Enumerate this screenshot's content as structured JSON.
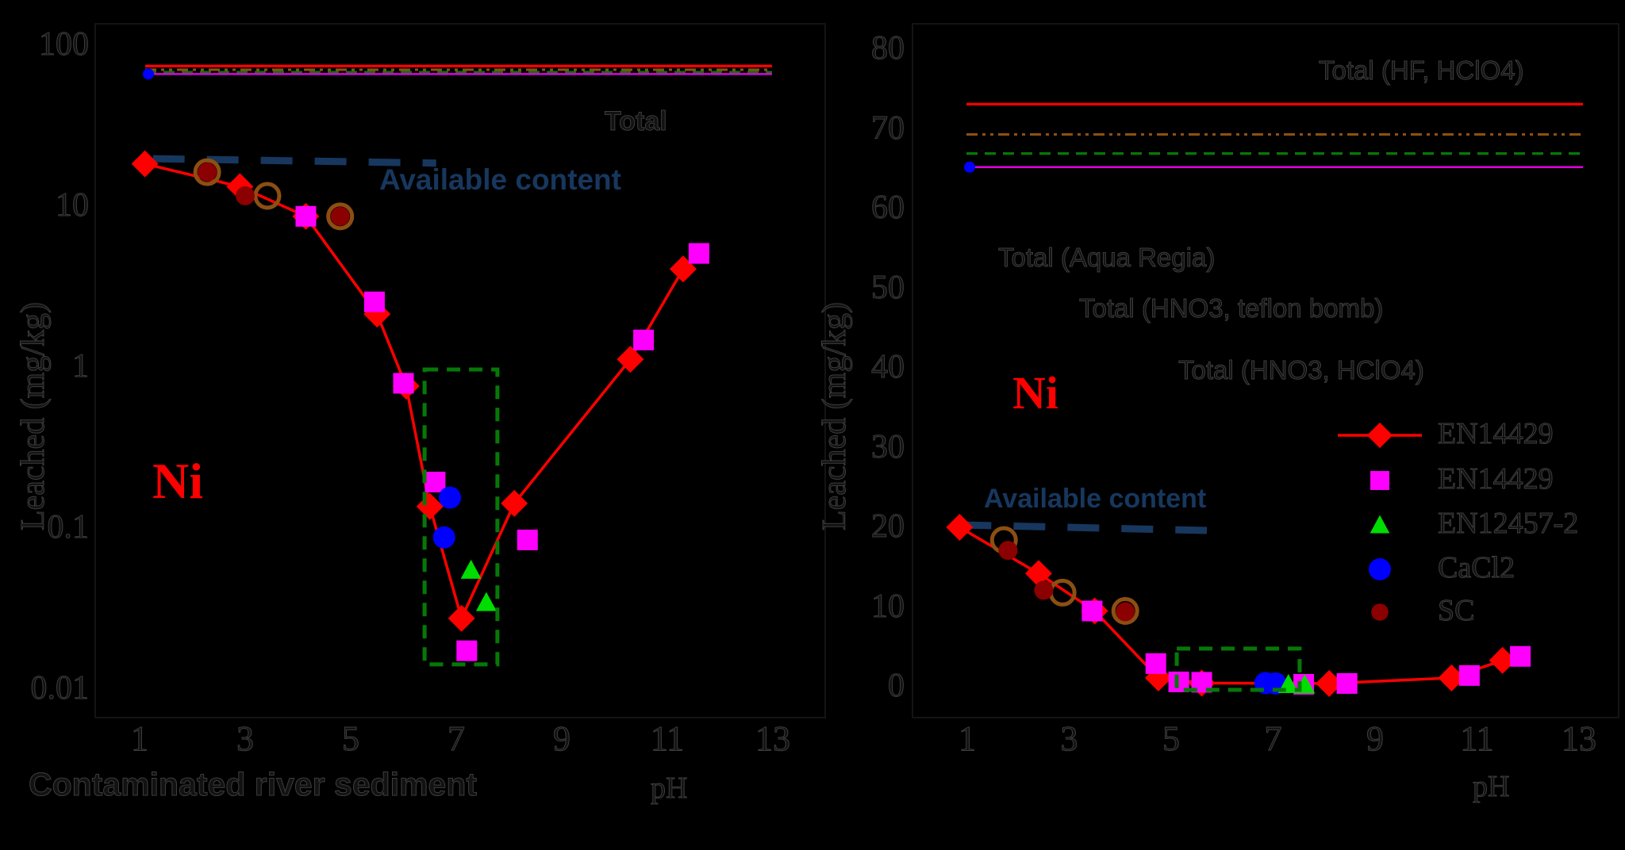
{
  "page": {
    "footer_label": "Contaminated river sediment",
    "background_color": "#000000"
  },
  "chart_data": [
    {
      "type": "line-scatter",
      "panel": "left",
      "element_label": "Ni",
      "annotation": "Total",
      "xlabel": "pH",
      "ylabel": "Leached (mg/kg)",
      "y_scale": "log",
      "xlim": [
        0.2,
        14
      ],
      "ylim": [
        0.0065,
        130
      ],
      "x_ticks": [
        "1",
        "3",
        "5",
        "7",
        "9",
        "11",
        "13"
      ],
      "x_tick_values": [
        1,
        3,
        5,
        7,
        9,
        11,
        13
      ],
      "y_ticks": [
        "100",
        "10",
        "1",
        "0.1",
        "0.01"
      ],
      "y_tick_values": [
        100,
        10,
        1,
        0.1,
        0.01
      ],
      "grid": false,
      "available_content": {
        "label": "Available content",
        "color": "#17375e",
        "x": [
          1.25,
          6.62
        ],
        "value_start": 19.4,
        "value_end": 18.2
      },
      "total_lines": [
        {
          "label": "Total (HF, HClO4)",
          "color": "#ff0000",
          "style": "solid",
          "value": 73
        },
        {
          "label": "Total (Aqua Regia)",
          "color": "#8c4f12",
          "style": "dashdot",
          "value": 69.2
        },
        {
          "label": "Total (HNO3, teflon bomb)",
          "color": "#067806",
          "style": "dashed",
          "value": 66.8
        },
        {
          "label": "Total (HNO3, HClO4)",
          "color": "#e000e0",
          "style": "solid",
          "value": 65.1,
          "start_dot_color": "#0000ff"
        }
      ],
      "series": [
        {
          "name": "EN14429",
          "marker": "diamond",
          "color": "#ff0000",
          "line": true,
          "points": [
            [
              1.1,
              18
            ],
            [
              2.9,
              13
            ],
            [
              4.15,
              8.5
            ],
            [
              5.5,
              2.1
            ],
            [
              6.05,
              0.75
            ],
            [
              6.5,
              0.134
            ],
            [
              7.1,
              0.027
            ],
            [
              8.1,
              0.14
            ],
            [
              10.3,
              1.1
            ],
            [
              11.3,
              4.0
            ]
          ]
        },
        {
          "name": "SC-ring",
          "marker": "ring",
          "color": "#8c4f12",
          "points": [
            [
              2.28,
              16
            ],
            [
              3.42,
              11.4
            ],
            [
              4.8,
              8.5
            ]
          ]
        },
        {
          "name": "SC",
          "marker": "dot",
          "color": "#8b0000",
          "points": [
            [
              2.28,
              16
            ],
            [
              3.0,
              11.4
            ],
            [
              4.8,
              8.5
            ]
          ]
        },
        {
          "name": "EN14429",
          "marker": "square",
          "color": "#ff00ff",
          "points": [
            [
              4.15,
              8.5
            ],
            [
              5.45,
              2.5
            ],
            [
              6.0,
              0.78
            ],
            [
              6.6,
              0.19
            ],
            [
              7.2,
              0.017
            ],
            [
              8.35,
              0.083
            ],
            [
              10.55,
              1.45
            ],
            [
              11.6,
              5.0
            ]
          ]
        },
        {
          "name": "CaCl2",
          "marker": "circle",
          "color": "#0000ff",
          "points": [
            [
              6.88,
              0.152
            ],
            [
              6.77,
              0.086
            ]
          ]
        },
        {
          "name": "EN12457-2",
          "marker": "triangle",
          "color": "#00dd00",
          "points": [
            [
              7.28,
              0.054
            ],
            [
              7.57,
              0.034
            ]
          ]
        }
      ],
      "highlight_box": {
        "x": [
          6.4,
          7.78
        ],
        "y": [
          0.014,
          0.95
        ],
        "color": "#067806"
      }
    },
    {
      "type": "line-scatter",
      "panel": "right",
      "element_label": "Ni",
      "xlabel": "pH",
      "ylabel": "Leached (mg/kg)",
      "y_scale": "linear",
      "xlim": [
        -0.2,
        13.8
      ],
      "ylim": [
        -4,
        83
      ],
      "x_ticks": [
        "1",
        "3",
        "5",
        "7",
        "9",
        "11",
        "13"
      ],
      "x_tick_values": [
        1,
        3,
        5,
        7,
        9,
        11,
        13
      ],
      "y_ticks": [
        "0",
        "10",
        "20",
        "30",
        "40",
        "50",
        "60",
        "70",
        "80"
      ],
      "y_tick_values": [
        0,
        10,
        20,
        30,
        40,
        50,
        60,
        70,
        80
      ],
      "grid": false,
      "available_content": {
        "label": "Available content",
        "color": "#17375e",
        "x": [
          0.85,
          5.7
        ],
        "value_start": 20.2,
        "value_end": 19.5
      },
      "total_lines": [
        {
          "label": "Total (HF, HClO4)",
          "color": "#ff0000",
          "style": "solid",
          "value": 73
        },
        {
          "label": "Total (Aqua Regia)",
          "color": "#8c4f12",
          "style": "dashdot",
          "value": 69.2
        },
        {
          "label": "Total (HNO3, teflon bomb)",
          "color": "#067806",
          "style": "dashed",
          "value": 66.8
        },
        {
          "label": "Total (HNO3, HClO4)",
          "color": "#e000e0",
          "style": "solid",
          "value": 65.1,
          "start_dot_color": "#0000ff"
        }
      ],
      "series": [
        {
          "name": "EN14429",
          "marker": "diamond",
          "color": "#ff0000",
          "line": true,
          "points": [
            [
              0.85,
              19.9
            ],
            [
              2.4,
              14.1
            ],
            [
              3.5,
              9.4
            ],
            [
              4.75,
              1.0
            ],
            [
              5.6,
              0.35
            ],
            [
              8.1,
              0.3
            ],
            [
              10.5,
              1.0
            ],
            [
              11.5,
              3.2
            ]
          ]
        },
        {
          "name": "SC-ring",
          "marker": "ring",
          "color": "#8c4f12",
          "points": [
            [
              1.72,
              18.3
            ],
            [
              2.87,
              11.7
            ],
            [
              4.1,
              9.4
            ]
          ]
        },
        {
          "name": "SC",
          "marker": "dot",
          "color": "#8b0000",
          "points": [
            [
              1.8,
              17.0
            ],
            [
              2.5,
              12.0
            ],
            [
              4.1,
              9.3
            ]
          ]
        },
        {
          "name": "EN14429",
          "marker": "square",
          "color": "#ff00ff",
          "points": [
            [
              3.45,
              9.4
            ],
            [
              4.7,
              2.8
            ],
            [
              5.15,
              0.5
            ],
            [
              5.6,
              0.45
            ],
            [
              7.6,
              0.2
            ],
            [
              8.45,
              0.3
            ],
            [
              10.85,
              1.3
            ],
            [
              11.85,
              3.7
            ]
          ]
        },
        {
          "name": "CaCl2",
          "marker": "circle",
          "color": "#0000ff",
          "points": [
            [
              6.85,
              0.35
            ],
            [
              7.05,
              0.3
            ]
          ]
        },
        {
          "name": "EN12457-2",
          "marker": "triangle",
          "color": "#00dd00",
          "points": [
            [
              7.3,
              0.2
            ],
            [
              7.62,
              0.15
            ]
          ]
        }
      ],
      "highlight_box": {
        "x": [
          5.11,
          7.52
        ],
        "y": [
          -0.5,
          4.68
        ],
        "color": "#067806"
      },
      "legend": {
        "position": "right-middle",
        "items": [
          {
            "label": "EN14429",
            "marker": "diamond",
            "color": "#ff0000",
            "line": true
          },
          {
            "label": "EN14429",
            "marker": "square",
            "color": "#ff00ff"
          },
          {
            "label": "EN12457-2",
            "marker": "triangle",
            "color": "#00dd00"
          },
          {
            "label": "CaCl2",
            "marker": "circle",
            "color": "#0000ff"
          },
          {
            "label": "SC",
            "marker": "dot",
            "color": "#8b0000"
          }
        ]
      }
    }
  ],
  "colors": {
    "background": "#000000",
    "series_red": "#ff0000",
    "series_magenta": "#ff00ff",
    "series_green": "#00dd00",
    "series_blue": "#0000ff",
    "series_darkred": "#8b0000",
    "ring_brown": "#8c4f12",
    "available_navy": "#17375e",
    "highlight_green": "#067806"
  }
}
